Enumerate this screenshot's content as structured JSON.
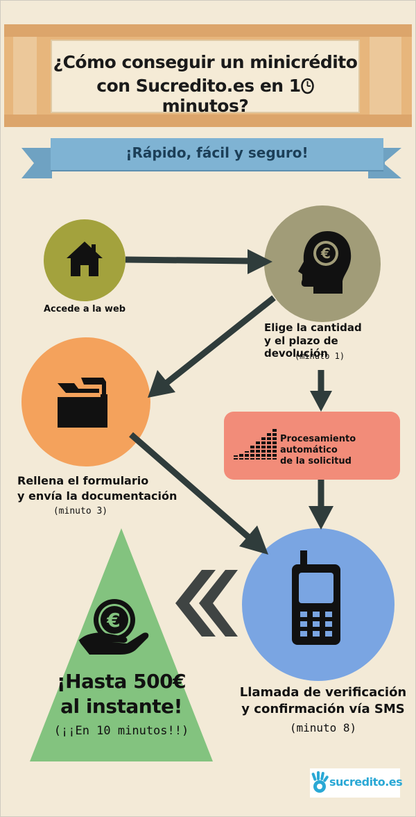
{
  "title": {
    "line1": "¿Cómo conseguir un minicrédito",
    "line2_before": "con Sucredito.es en 1",
    "line2_after": " minutos?"
  },
  "ribbon": {
    "text": "¡Rápido, fácil y seguro!"
  },
  "steps": {
    "web": {
      "label": "Accede a la web",
      "icon": "house-icon",
      "color": "#a3a23d"
    },
    "choose": {
      "line1": "Elige la cantidad",
      "line2": "y el plazo de devolución",
      "time": "(minuto 1)",
      "icon": "euro-head-icon",
      "color": "#a19c78"
    },
    "process": {
      "line1": "Procesamiento automático",
      "line2": "de la solicitud",
      "icon": "signal-bars-icon",
      "color": "#f28c79"
    },
    "form": {
      "line1": "Rellena el formulario",
      "line2": "y envía la documentación",
      "time": "(minuto 3)",
      "icon": "folder-icon",
      "color": "#f4a25c"
    },
    "call": {
      "line1": "Llamada de verificación",
      "line2": "y confirmación vía SMS",
      "time": "(minuto 8)",
      "icon": "mobile-phone-icon",
      "color": "#7aa5e2"
    },
    "result": {
      "line1": "¡Hasta 500€",
      "line2": "al instante!",
      "line3": "(¡¡En 10 minutos!!)",
      "icon": "euro-hand-icon",
      "color": "#83c37f"
    }
  },
  "logo": {
    "text": "sucredito.es",
    "color": "#2aa8d5"
  },
  "colors": {
    "background": "#f3ead7",
    "arrow": "#2f3c3b",
    "header": "#e7b67c",
    "ribbon": "#7fb3d3"
  }
}
